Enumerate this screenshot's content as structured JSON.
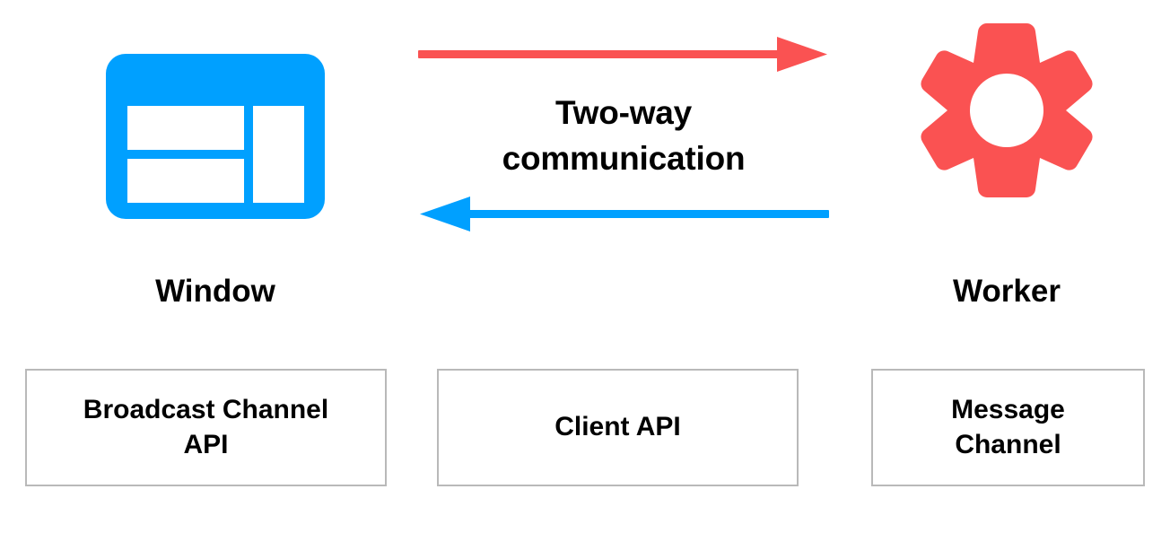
{
  "diagram": {
    "title": "Two-way communication between Window and Worker",
    "caption": "Two-way\ncommunication",
    "caption_line1": "Two-way",
    "caption_line2": "communication",
    "colors": {
      "window_blue": "#00a0ff",
      "worker_red": "#fa5252",
      "box_border": "#b9b9b9",
      "text": "#000000",
      "background": "#ffffff"
    },
    "nodes": [
      {
        "id": "window",
        "label": "Window",
        "icon": "browser-window-icon",
        "color": "#00a0ff"
      },
      {
        "id": "worker",
        "label": "Worker",
        "icon": "gear-icon",
        "color": "#fa5252"
      }
    ],
    "arrows": [
      {
        "id": "window-to-worker",
        "direction": "right",
        "color": "#fa5252",
        "from": "Window",
        "to": "Worker"
      },
      {
        "id": "worker-to-window",
        "direction": "left",
        "color": "#00a0ff",
        "from": "Worker",
        "to": "Window"
      }
    ],
    "api_boxes": [
      {
        "id": "broadcast-channel-api",
        "label": "Broadcast Channel\nAPI"
      },
      {
        "id": "client-api",
        "label": "Client API"
      },
      {
        "id": "message-channel",
        "label": "Message\nChannel"
      }
    ]
  }
}
